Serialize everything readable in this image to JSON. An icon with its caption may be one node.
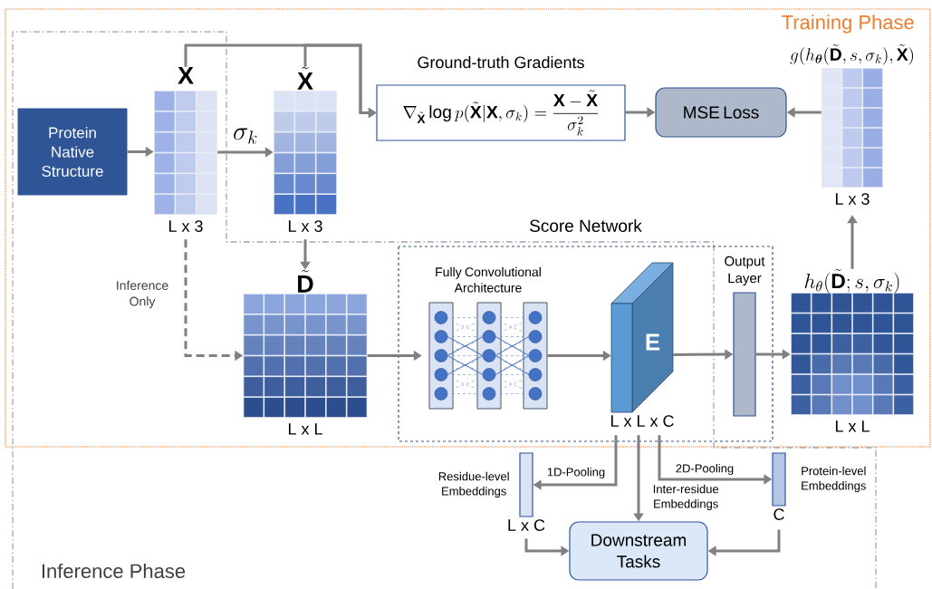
{
  "diagram": {
    "nodes": [
      {
        "text": [
          "Training Phase"
        ]
      },
      {
        "text": [
          "Inference Phase"
        ]
      },
      {
        "text": [
          "Protein Native Structure"
        ],
        "in": 0
      },
      {
        "text": [
          "\\mathbf{X}"
        ],
        "beside": [
          "L x 3"
        ],
        "in": 0
      },
      {
        "text": [
          "\\tilde{\\mathbf{X}}"
        ],
        "beside": [
          "L x 3"
        ],
        "in": 0
      },
      {
        "text": [
          "Ground-truth Gradients",
          "\\nabla_{\\tilde{\\mathbf{X}}} \\log p(\\tilde{\\mathbf{X}}|\\mathbf{X},\\sigma_k) = \\frac{\\mathbf{X}-\\tilde{\\mathbf{X}}}{\\sigma_k^2}"
        ],
        "in": 0
      },
      {
        "text": [
          "MSE Loss"
        ],
        "in": 0
      },
      {
        "text": [
          "g(h_{\\boldsymbol{\\theta}}(\\tilde{\\mathbf{D}},s,\\sigma_k),\\tilde{\\mathbf{X}})"
        ],
        "beside": [
          "L x 3"
        ],
        "in": 0
      },
      {
        "text": [
          "\\tilde{\\mathbf{D}}"
        ],
        "beside": [
          "L x L"
        ],
        "in": 0
      },
      {
        "text": [
          "Score Network"
        ],
        "in": 0
      },
      {
        "text": [
          "Fully Convolutional Architecture"
        ],
        "in": 9
      },
      {
        "text": [
          "E"
        ],
        "beside": [
          "L x L x C"
        ],
        "in": 9
      },
      {
        "text": [
          "Output Layer"
        ],
        "in": 9
      },
      {
        "text": [
          "h_{\\theta}(\\tilde{\\mathbf{D}};s,\\sigma_k)"
        ],
        "beside": [
          "L x L"
        ],
        "in": 0
      },
      {
        "text": [
          "Residue-level Embeddings"
        ],
        "beside": [
          "L x C"
        ]
      },
      {
        "text": [
          "Protein-level Embeddings"
        ],
        "beside": [
          "C"
        ]
      },
      {
        "text": [
          "Downstream Tasks"
        ]
      }
    ],
    "edges": [
      {
        "from": 2,
        "to": 3,
        "arrow": "to"
      },
      {
        "from": 3,
        "to": 4,
        "arrow": "to",
        "label": "\\sigma_k"
      },
      {
        "from": 3,
        "to": 5,
        "arrow": "to"
      },
      {
        "from": 4,
        "to": 5,
        "arrow": "to"
      },
      {
        "from": 5,
        "to": 6,
        "arrow": "to"
      },
      {
        "from": 7,
        "to": 6,
        "arrow": "to"
      },
      {
        "from": 4,
        "to": 8,
        "arrow": "to"
      },
      {
        "from": 3,
        "to": 8,
        "arrow": "to",
        "style": "dashed",
        "label": "Inference Only"
      },
      {
        "from": 8,
        "to": 10,
        "arrow": "to"
      },
      {
        "from": 10,
        "to": 11,
        "arrow": "to"
      },
      {
        "from": 11,
        "to": 12,
        "arrow": "to"
      },
      {
        "from": 12,
        "to": 13,
        "arrow": "to"
      },
      {
        "from": 13,
        "to": 7,
        "arrow": "to"
      },
      {
        "from": 11,
        "to": 14,
        "arrow": "to",
        "label": "1D-Pooling"
      },
      {
        "from": 11,
        "to": 16,
        "arrow": "to",
        "label": "Inter-residue Embeddings"
      },
      {
        "from": 11,
        "to": 15,
        "arrow": "to",
        "label": "2D-Pooling"
      },
      {
        "from": 14,
        "to": 16,
        "arrow": "to"
      },
      {
        "from": 15,
        "to": 16,
        "arrow": "to"
      }
    ]
  }
}
